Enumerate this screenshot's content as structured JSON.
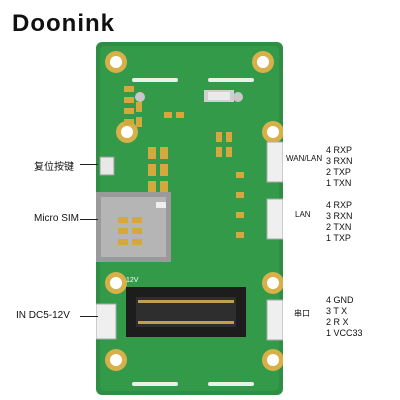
{
  "brand": "Doonink",
  "callouts": {
    "reset": "复位按键",
    "micro_sim": "Micro SIM",
    "power": "IN DC5-12V"
  },
  "connectors": {
    "wan_lan": {
      "label": "WAN/LAN",
      "pins": [
        "4 RXP",
        "3 RXN",
        "2 TXP",
        "1 TXN"
      ]
    },
    "lan": {
      "label": "LAN",
      "pins": [
        "4 RXP",
        "3 RXN",
        "2 TXN",
        "1 TXP"
      ]
    },
    "serial": {
      "label": "串口",
      "pins": [
        "4 GND",
        "3 T  X",
        "2 R  X",
        "1 VCC33"
      ]
    }
  },
  "board": {
    "color": "#2e8f44",
    "silkscreen": "12V"
  }
}
